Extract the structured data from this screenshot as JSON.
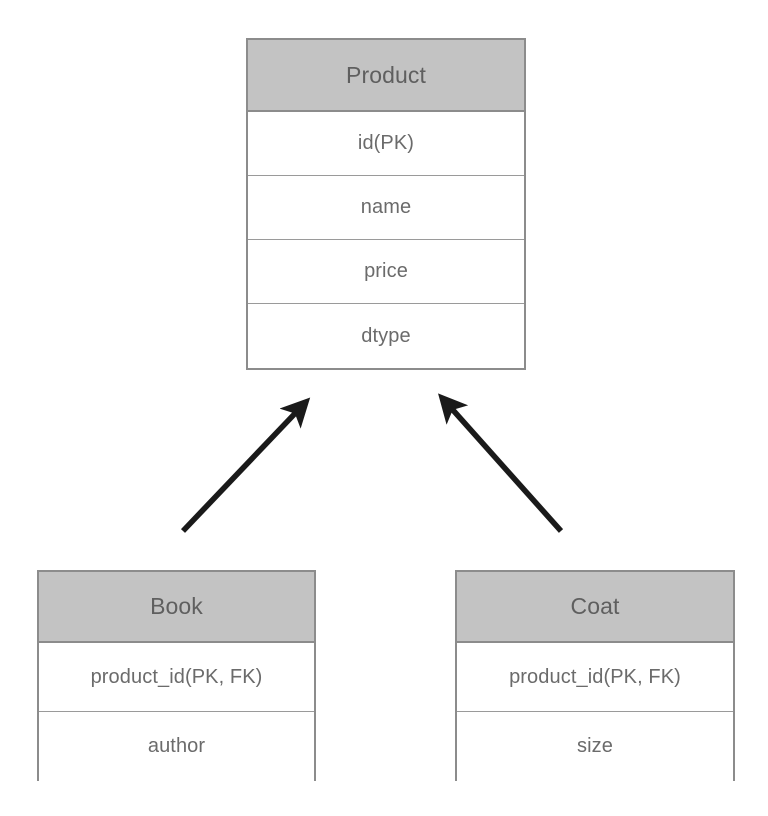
{
  "diagram": {
    "type": "entity-relationship-inheritance",
    "background_color": "#ffffff",
    "header_fill": "#c3c3c3",
    "border_color": "#8c8c8c",
    "text_color": "#6b6b6b",
    "arrow_color": "#1a1a1a"
  },
  "entities": [
    {
      "id": "product",
      "title": "Product",
      "attributes": [
        "id(PK)",
        "name",
        "price",
        "dtype"
      ]
    },
    {
      "id": "book",
      "title": "Book",
      "attributes": [
        "product_id(PK, FK)",
        "author"
      ]
    },
    {
      "id": "coat",
      "title": "Coat",
      "attributes": [
        "product_id(PK, FK)",
        "size"
      ]
    }
  ],
  "relationships": [
    {
      "id": "book-to-product",
      "from": "book",
      "to": "product",
      "kind": "inheritance-arrow"
    },
    {
      "id": "coat-to-product",
      "from": "coat",
      "to": "product",
      "kind": "inheritance-arrow"
    }
  ]
}
